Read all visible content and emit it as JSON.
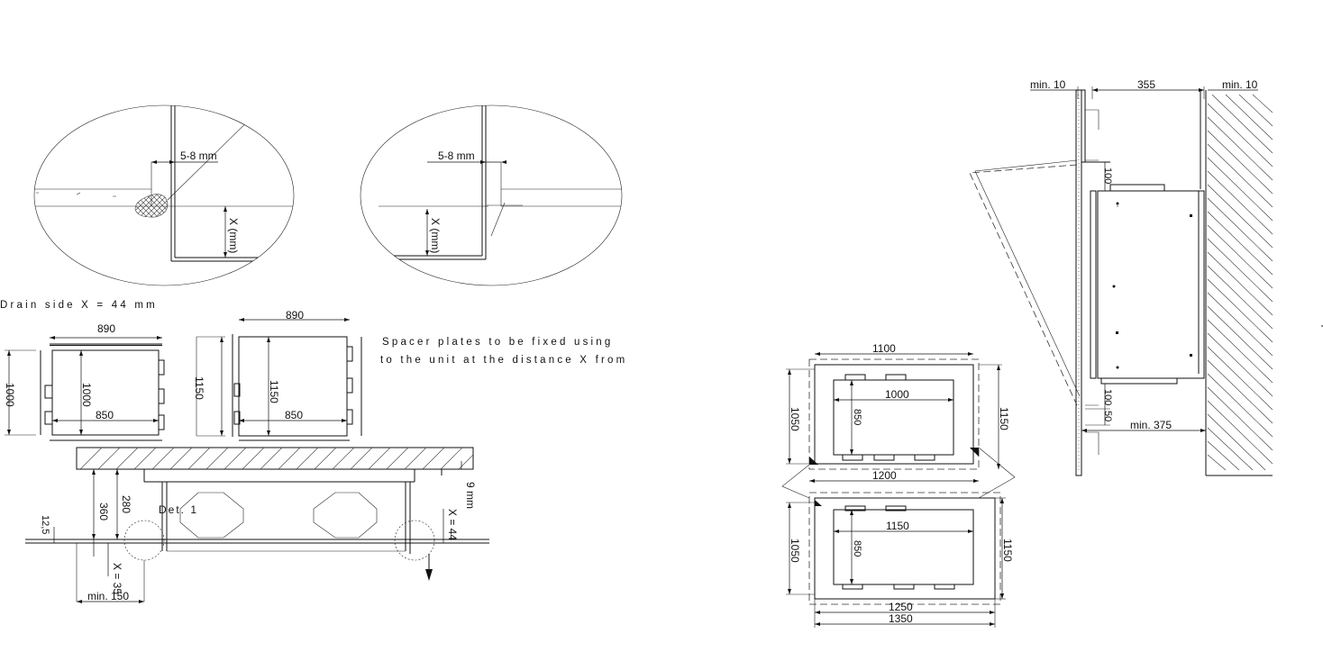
{
  "detail_left": {
    "gap_label": "5-8 mm",
    "height_label": "X (mm)"
  },
  "detail_right": {
    "gap_label": "5-8 mm",
    "height_label": "X (mm)"
  },
  "drain_note": "Drain side X = 44 mm",
  "plan_left": {
    "width_outer": "890",
    "height_outer": "1000",
    "height_inner": "1000",
    "width_inner": "850"
  },
  "plan_right": {
    "width_outer": "890",
    "height_outer": "1150",
    "height_inner": "1150",
    "width_inner": "850"
  },
  "spacer_note": {
    "line1": "Spacer plates to be fixed using",
    "line2": "to the unit at the distance X from"
  },
  "section": {
    "dim_9mm": "9 mm",
    "dim_x44": "X = 44",
    "dim_360": "360",
    "dim_280": "280",
    "dim_12_5": "12,5",
    "det_label": "Det. 1",
    "dim_x35": "X = 35",
    "dim_min150": "min. 150"
  },
  "ceiling_top": {
    "d1100": "1100",
    "d1000": "1000",
    "d1050": "1050",
    "d850": "850",
    "d1150": "1150",
    "d1200": "1200"
  },
  "ceiling_bottom": {
    "d1150": "1150",
    "d1050": "1050",
    "d850": "850",
    "d1150r": "1150",
    "d1250": "1250",
    "d1350": "1350"
  },
  "side_view": {
    "min10_left": "min. 10",
    "d355": "355",
    "min10_right": "min. 10",
    "d100_top": "100",
    "d100_bottom": "100",
    "d50": "50",
    "min375": "min. 375"
  }
}
